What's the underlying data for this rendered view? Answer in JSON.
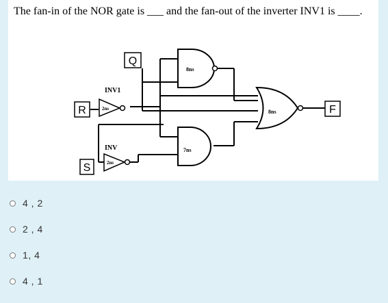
{
  "question": {
    "text": "The fan-in of the NOR gate is ___ and the fan-out of the inverter INV1 is ____."
  },
  "circuit": {
    "inputs": {
      "q": "Q",
      "r": "R",
      "s": "S"
    },
    "output": "F",
    "labels": {
      "inv1": "INV1",
      "inv": "INV"
    },
    "delays": {
      "inv1": "2ns",
      "inv": "2ns",
      "top_gate": "8ns",
      "or_gate": "8ns",
      "bottom_gate": "7ns"
    }
  },
  "options": [
    {
      "label": "4 , 2"
    },
    {
      "label": "2 , 4"
    },
    {
      "label": "1, 4"
    },
    {
      "label": "4 , 1"
    }
  ]
}
